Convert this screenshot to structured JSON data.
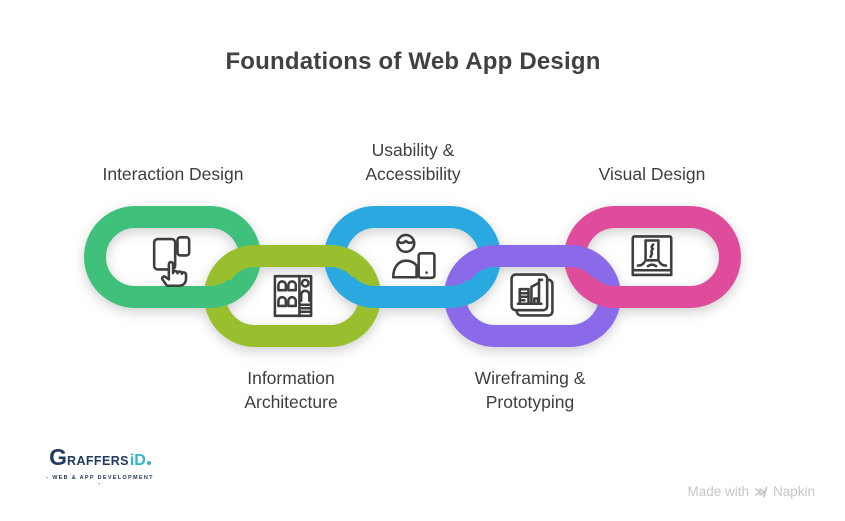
{
  "title": "Foundations of Web App Design",
  "links": [
    {
      "id": "interaction-design",
      "color": "#3fc17c",
      "lines": [
        "Interaction Design"
      ]
    },
    {
      "id": "information-architecture",
      "color": "#9abf2e",
      "lines": [
        "Information",
        "Architecture"
      ]
    },
    {
      "id": "usability-accessibility",
      "color": "#2aa9e0",
      "lines": [
        "Usability &",
        "Accessibility"
      ]
    },
    {
      "id": "wireframing-prototyping",
      "color": "#8a6ae8",
      "lines": [
        "Wireframing &",
        "Prototyping"
      ]
    },
    {
      "id": "visual-design",
      "color": "#df4c9c",
      "lines": [
        "Visual Design"
      ]
    }
  ],
  "icon_color": "#3e3e3e",
  "footer": {
    "logo_g": "G",
    "logo_raffers": "RAFFERS",
    "logo_id": "iD",
    "logo_tagline": "- WEB & APP DEVELOPMENT -",
    "made_with": "Made with",
    "napkin": "Napkin"
  }
}
